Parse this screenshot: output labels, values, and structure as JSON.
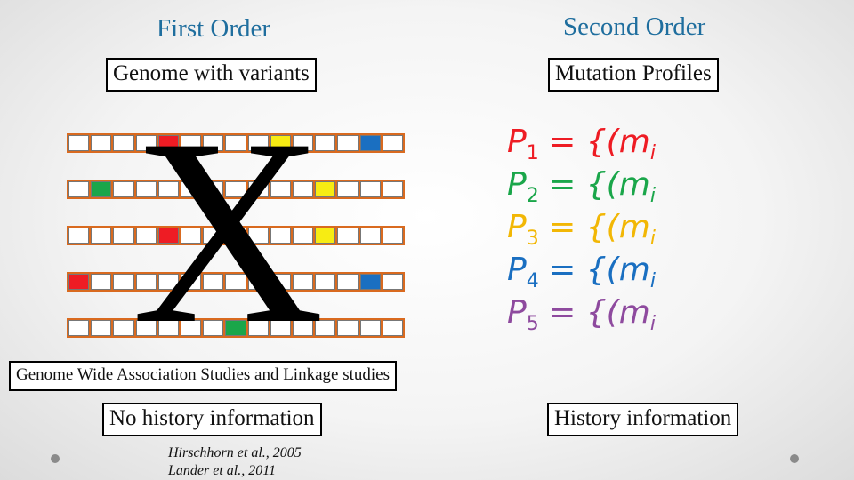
{
  "headings": {
    "first_order": "First Order",
    "second_order": "Second Order"
  },
  "boxes": {
    "genome_variants": "Genome with variants",
    "mutation_profiles": "Mutation Profiles",
    "gwas": "Genome Wide Association Studies and Linkage studies",
    "no_history": "No history information",
    "history": "History information"
  },
  "citations": [
    "Hirschhorn et al., 2005",
    "Lander et al., 2011"
  ],
  "big_mark": "X",
  "colors": {
    "red": "#ee1c24",
    "green": "#1aa64a",
    "yellow": "#f7ec13",
    "blue": "#1a6fc1",
    "orange_border": "#d96a1f"
  },
  "genomes": [
    {
      "cells": 15,
      "variants": [
        {
          "index": 4,
          "color": "red"
        },
        {
          "index": 9,
          "color": "yellow"
        },
        {
          "index": 13,
          "color": "blue"
        }
      ]
    },
    {
      "cells": 15,
      "variants": [
        {
          "index": 1,
          "color": "green"
        },
        {
          "index": 11,
          "color": "yellow"
        }
      ]
    },
    {
      "cells": 15,
      "variants": [
        {
          "index": 4,
          "color": "red"
        },
        {
          "index": 11,
          "color": "yellow"
        }
      ]
    },
    {
      "cells": 15,
      "variants": [
        {
          "index": 0,
          "color": "red"
        },
        {
          "index": 13,
          "color": "blue"
        }
      ]
    },
    {
      "cells": 15,
      "variants": [
        {
          "index": 7,
          "color": "green"
        }
      ]
    }
  ],
  "profiles": [
    {
      "symbol": "P",
      "sub": "1",
      "eq": "=",
      "set": "{(m",
      "idx": "i",
      "color": "#ee1c24"
    },
    {
      "symbol": "P",
      "sub": "2",
      "eq": "=",
      "set": "{(m",
      "idx": "i",
      "color": "#1aa64a"
    },
    {
      "symbol": "P",
      "sub": "3",
      "eq": "=",
      "set": "{(m",
      "idx": "i",
      "color": "#f2b705"
    },
    {
      "symbol": "P",
      "sub": "4",
      "eq": "=",
      "set": "{(m",
      "idx": "i",
      "color": "#1a6fc1"
    },
    {
      "symbol": "P",
      "sub": "5",
      "eq": "=",
      "set": "{(m",
      "idx": "i",
      "color": "#8e4a9e"
    }
  ]
}
